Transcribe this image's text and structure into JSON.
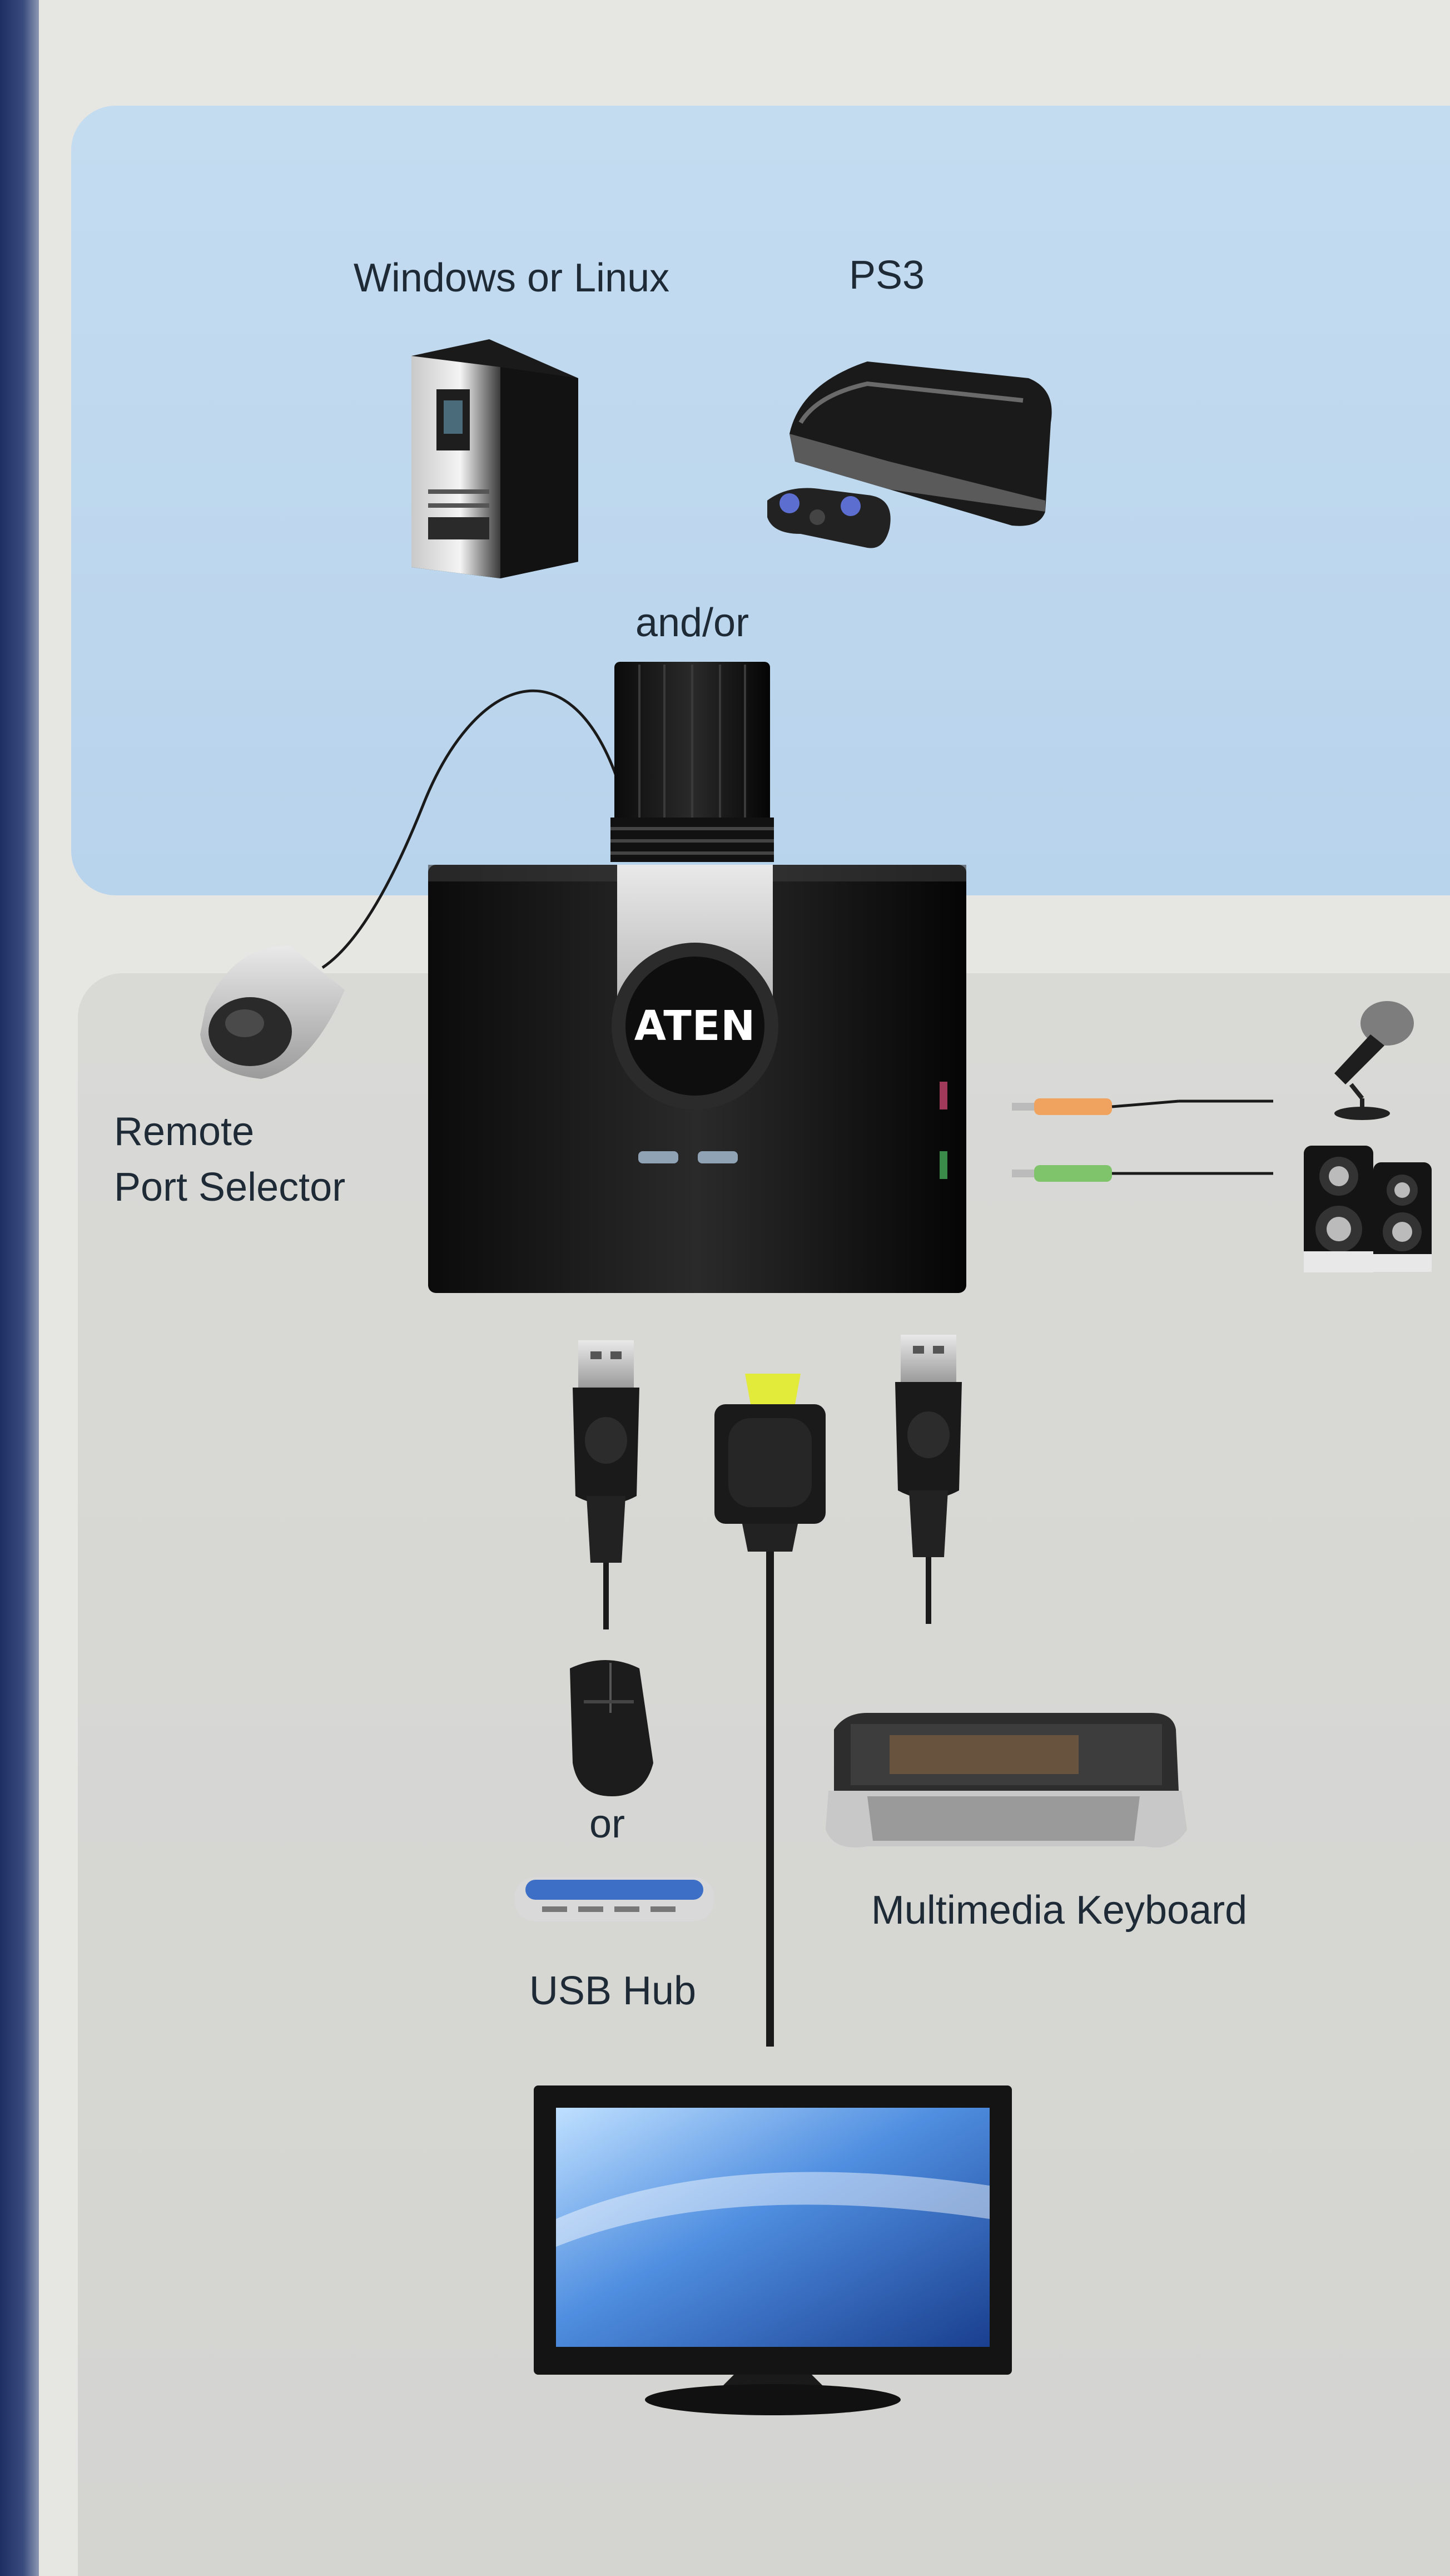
{
  "labels": {
    "windows_linux": "Windows or Linux",
    "ps3": "PS3",
    "and_or": "and/or",
    "remote_line1": "Remote",
    "remote_line2": "Port Selector",
    "or": "or",
    "usb_hub": "USB Hub",
    "keyboard": "Multimedia Keyboard"
  },
  "device": {
    "brand": "ATEN"
  },
  "colors": {
    "top_panel": "#bcd6ee",
    "bottom_panel": "#d7d7d4",
    "mic_plug": "#f0a35e",
    "speaker_plug": "#7fc46a",
    "hdmi_tip": "#e2ea3a"
  },
  "icons": [
    "pc-tower-icon",
    "ps3-console-icon",
    "gamepad-icon",
    "remote-selector-icon",
    "microphone-icon",
    "speakers-icon",
    "usb-plug-icon",
    "hdmi-plug-icon",
    "mouse-icon",
    "usb-hub-icon",
    "keyboard-icon",
    "monitor-icon"
  ]
}
